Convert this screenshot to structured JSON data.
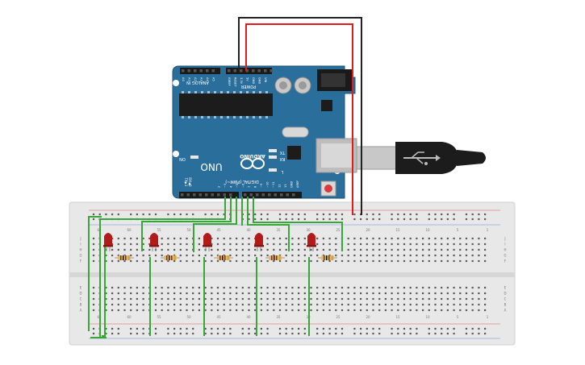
{
  "board": {
    "analog_in": "ANALOG IN",
    "power": "POWER",
    "power_pins": [
      "IOREF",
      "RESET",
      "3.3V",
      "5V",
      "GND",
      "GND",
      "VIN"
    ],
    "analog_pins": [
      "A0",
      "A1",
      "A2",
      "A3",
      "A4",
      "A5"
    ],
    "brand": "ARDUINO",
    "model": "UNO",
    "digital": "DIGITAL (PWM~)",
    "tx": "TX",
    "rx": "RX",
    "l": "L",
    "on": "ON",
    "txd": "TX▶1",
    "rxd": "RX◀0",
    "digital_pins": [
      "AREF",
      "GND",
      "13",
      "12",
      "~11",
      "~10",
      "~9",
      "8",
      "7",
      "~6",
      "~5",
      "4",
      "~3",
      "2"
    ]
  },
  "breadboard": {
    "col_numbers_top": [
      "65",
      "60",
      "55",
      "50",
      "45",
      "40",
      "35",
      "30",
      "25",
      "20",
      "15",
      "10",
      "5",
      "1"
    ],
    "row_letters_left": [
      "J",
      "I",
      "H",
      "G",
      "F",
      "E",
      "D",
      "C",
      "B",
      "A"
    ]
  },
  "leds": [
    {
      "color": "#b31b1b"
    },
    {
      "color": "#b31b1b"
    },
    {
      "color": "#b31b1b"
    },
    {
      "color": "#b31b1b"
    },
    {
      "color": "#b31b1b"
    }
  ],
  "colors": {
    "board": "#2a6f9c",
    "wire_green": "#3aa63a",
    "wire_red": "#e01b1b",
    "wire_black": "#222222"
  }
}
